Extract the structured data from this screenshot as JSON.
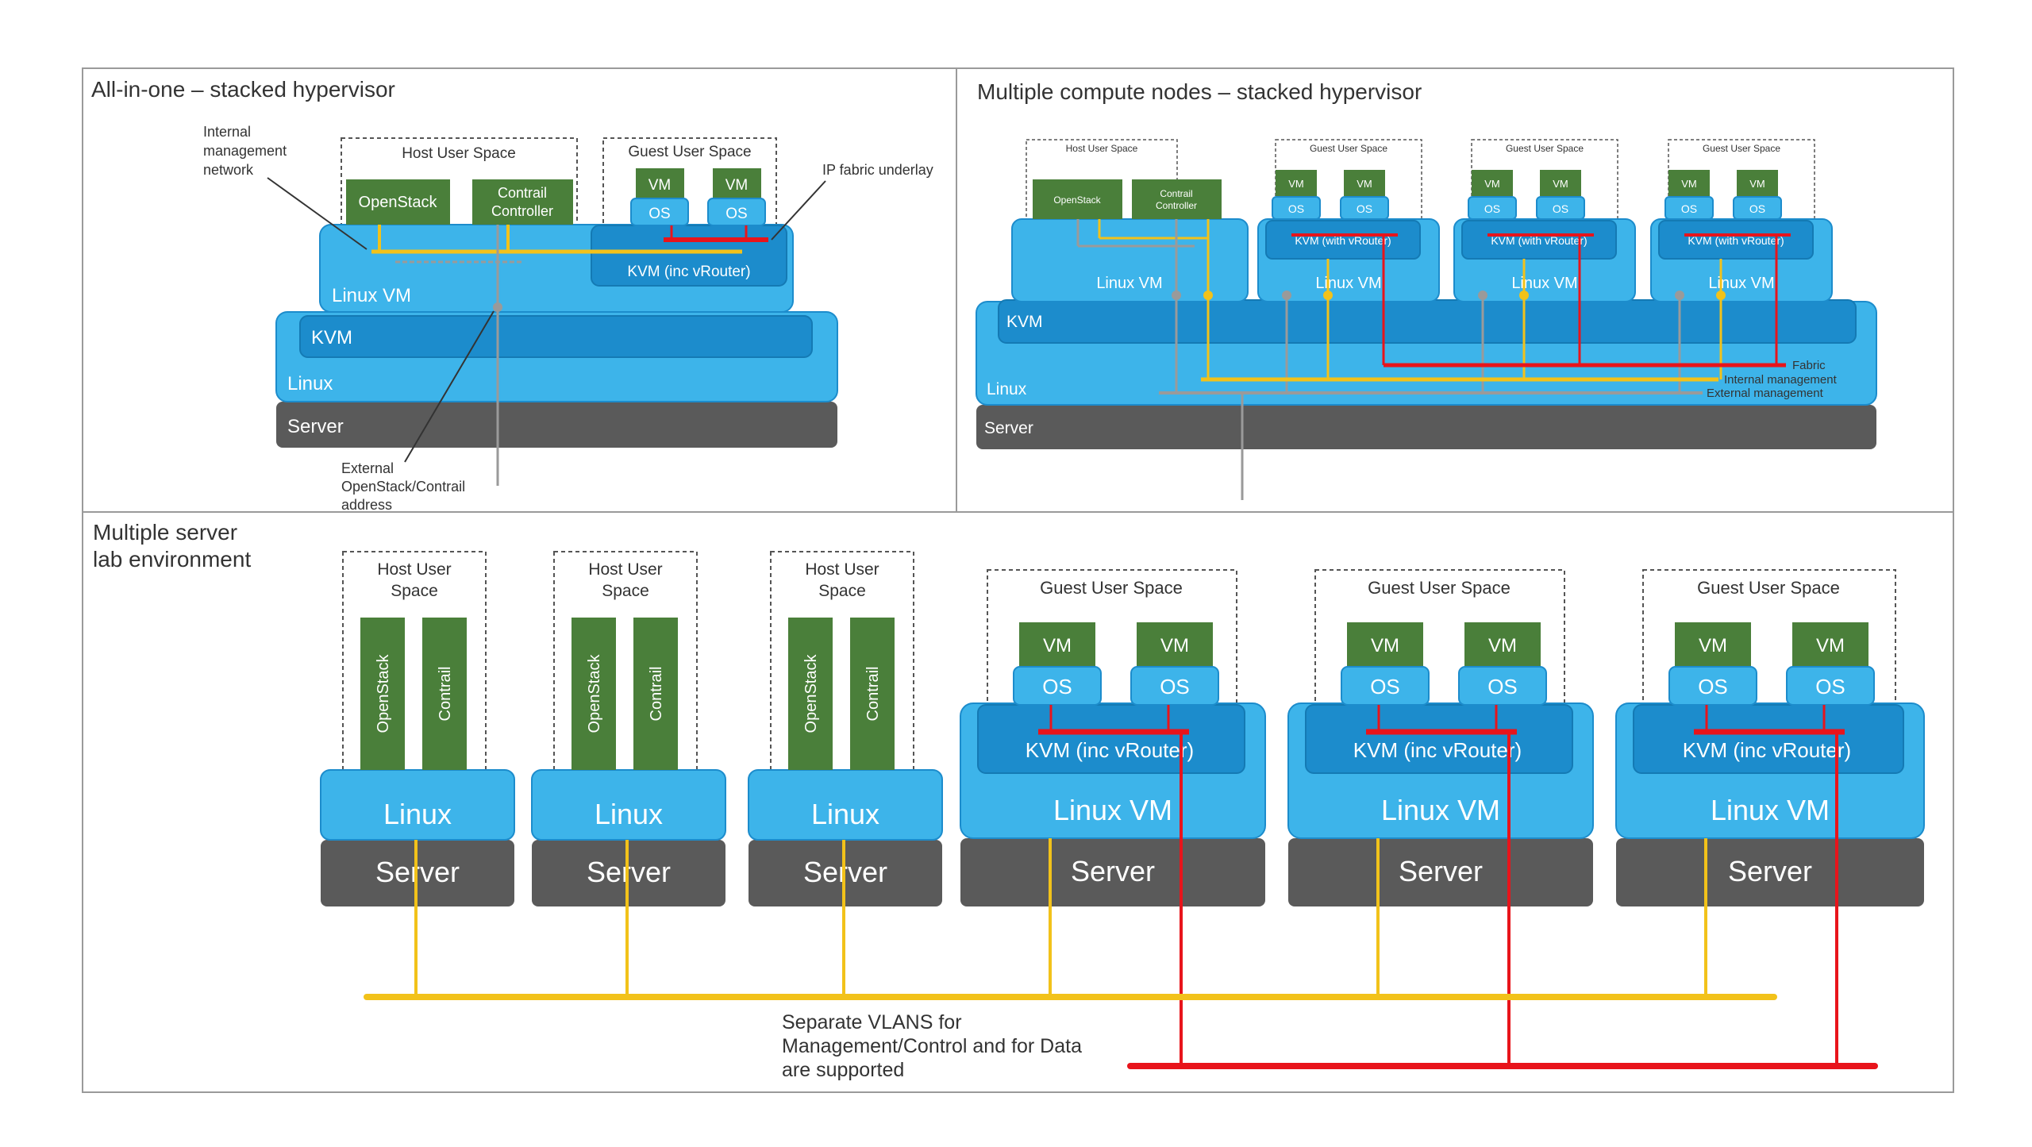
{
  "colors": {
    "blue": "#3db4ea",
    "blue_dark": "#1c8ccc",
    "green": "#4a7f3a",
    "server": "#5a5a5a",
    "yellow": "#f2c21a",
    "red": "#e8141b",
    "grey_line": "#9a9a9a",
    "panel_border": "#9a9a9a"
  },
  "panels": {
    "top_left_title": "All-in-one – stacked hypervisor",
    "top_right_title": "Multiple compute nodes – stacked hypervisor",
    "bottom_title_line1": "Multiple server",
    "bottom_title_line2": "lab environment"
  },
  "all_in_one": {
    "internal_mgmt_callout": [
      "Internal",
      "management",
      "network"
    ],
    "ip_fabric_callout": "IP fabric underlay",
    "external_callout": [
      "External",
      "OpenStack/Contrail",
      "address"
    ],
    "host_user_space": "Host User Space",
    "guest_user_space": "Guest User Space",
    "openstack": "OpenStack",
    "contrail_controller": [
      "Contrail",
      "Controller"
    ],
    "vm": "VM",
    "os": "OS",
    "kvm_vrouter": "KVM (inc vRouter)",
    "linux_vm": "Linux VM",
    "kvm": "KVM",
    "linux": "Linux",
    "server": "Server"
  },
  "compute_nodes": {
    "host_user_space": "Host User Space",
    "guest_user_space": "Guest User Space",
    "openstack": "OpenStack",
    "contrail_controller": [
      "Contrail",
      "Controller"
    ],
    "vm": "VM",
    "os": "OS",
    "kvm_with_vrouter": "KVM (with vRouter)",
    "linux_vm": "Linux VM",
    "kvm": "KVM",
    "linux": "Linux",
    "server": "Server",
    "legend": [
      "Fabric",
      "Internal management",
      "External management"
    ]
  },
  "lab": {
    "host_user_space": [
      "Host User",
      "Space"
    ],
    "openstack": "OpenStack",
    "contrail": "Contrail",
    "linux": "Linux",
    "server": "Server",
    "guest_user_space": "Guest User Space",
    "vm": "VM",
    "os": "OS",
    "kvm_vrouter": "KVM (inc vRouter)",
    "linux_vm": "Linux VM",
    "vlans_note": [
      "Separate VLANS for",
      "Management/Control and for Data",
      "are supported"
    ]
  }
}
